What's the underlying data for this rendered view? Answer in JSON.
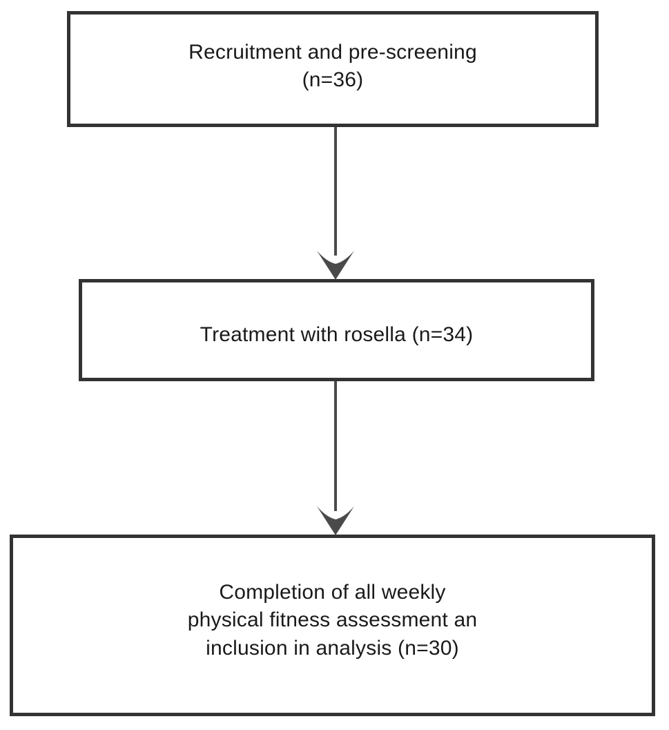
{
  "diagram": {
    "type": "flowchart",
    "boxes": [
      {
        "id": "recruitment",
        "label": "Recruitment and pre-screening\n(n=36)",
        "n": 36
      },
      {
        "id": "treatment",
        "label": "Treatment with rosella (n=34)",
        "n": 34
      },
      {
        "id": "completion",
        "label": "Completion of all weekly\nphysical fitness assessment an\ninclusion in analysis (n=30)",
        "n": 30
      }
    ],
    "connectors": [
      {
        "from": "recruitment",
        "to": "treatment",
        "direction": "down"
      },
      {
        "from": "treatment",
        "to": "completion",
        "direction": "down"
      }
    ],
    "colors": {
      "background": "#ffffff",
      "box_fill": "#ffffff",
      "box_border": "#333333",
      "arrow": "#4a4a4a",
      "text": "#1a1a1a"
    }
  }
}
